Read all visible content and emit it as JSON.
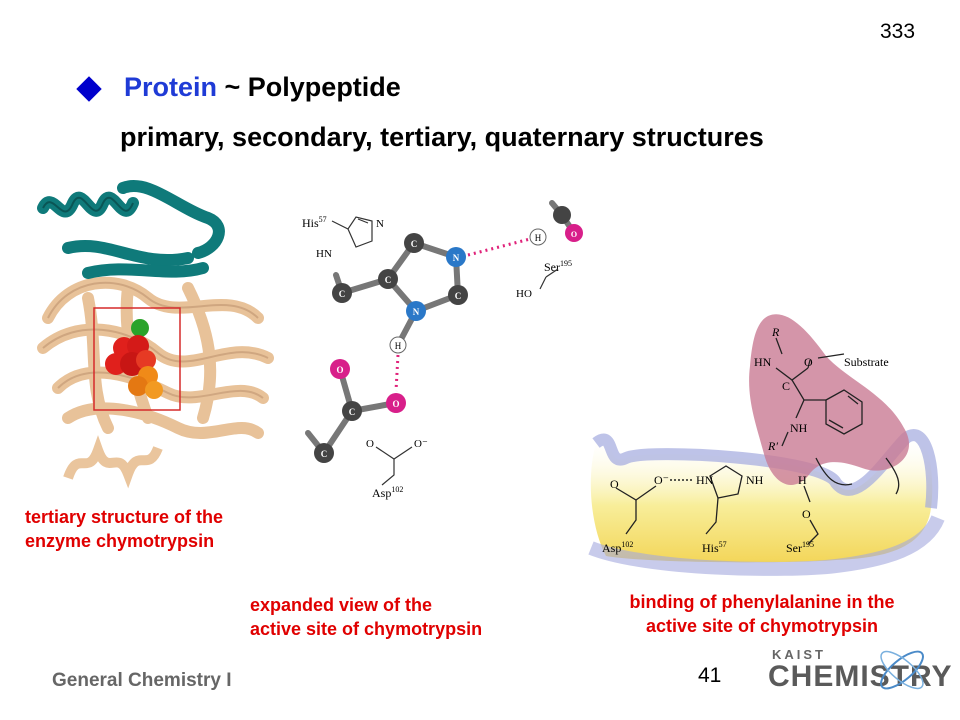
{
  "slide": {
    "page_number": "333",
    "title_highlight": "Protein",
    "title_rest": " ~ Polypeptide",
    "subtitle": "primary, secondary, tertiary, quaternary structures",
    "slide_number": "41",
    "footer": "General Chemistry I",
    "logo_top": "KAIST",
    "logo_main": "CHEMISTRY"
  },
  "captions": {
    "tertiary_line1": "tertiary structure of the",
    "tertiary_line2": "enzyme chymotrypsin",
    "active_line1": "expanded view of the",
    "active_line2": "active site of chymotrypsin",
    "binding_line1": "binding of phenylalanine in the",
    "binding_line2": "active site of chymotrypsin"
  },
  "active_site_labels": {
    "his_name": "His",
    "his_num": "57",
    "hn": "HN",
    "n": "N",
    "ser_name": "Ser",
    "ser_num": "195",
    "ho": "HO",
    "asp_name": "Asp",
    "asp_num": "102",
    "o_minus": "O",
    "o": "O",
    "c": "C",
    "h": "H"
  },
  "binding_labels": {
    "r": "R",
    "r_prime": "R′",
    "hn": "HN",
    "nh": "NH",
    "c": "C",
    "o": "O",
    "substrate": "Substrate",
    "o_minus": "O",
    "h": "H",
    "asp": "Asp",
    "asp_num": "102",
    "his": "His",
    "his_num": "57",
    "ser": "Ser",
    "ser_num": "195"
  },
  "colors": {
    "title_accent": "#1f3bd6",
    "caption_red": "#e00000",
    "protein_teal": "#0f7a7a",
    "protein_tan": "#f0c9a0",
    "substrate_pink": "#c97a93",
    "pocket_blue": "#9fa6dc",
    "pocket_yellow": "#f5e27a"
  }
}
